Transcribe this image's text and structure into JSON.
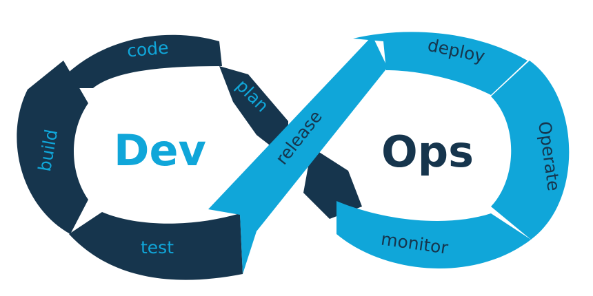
{
  "colors": {
    "dev": "#16354D",
    "ops": "#10A6D9",
    "dev_text": "#10A6D9",
    "ops_text": "#16354D"
  },
  "dev_label": "Dev",
  "ops_label": "Ops",
  "stages": {
    "code": "code",
    "plan": "plan",
    "build": "build",
    "test": "test",
    "release": "release",
    "deploy": "deploy",
    "operate": "Operate",
    "monitor": "monitor"
  }
}
